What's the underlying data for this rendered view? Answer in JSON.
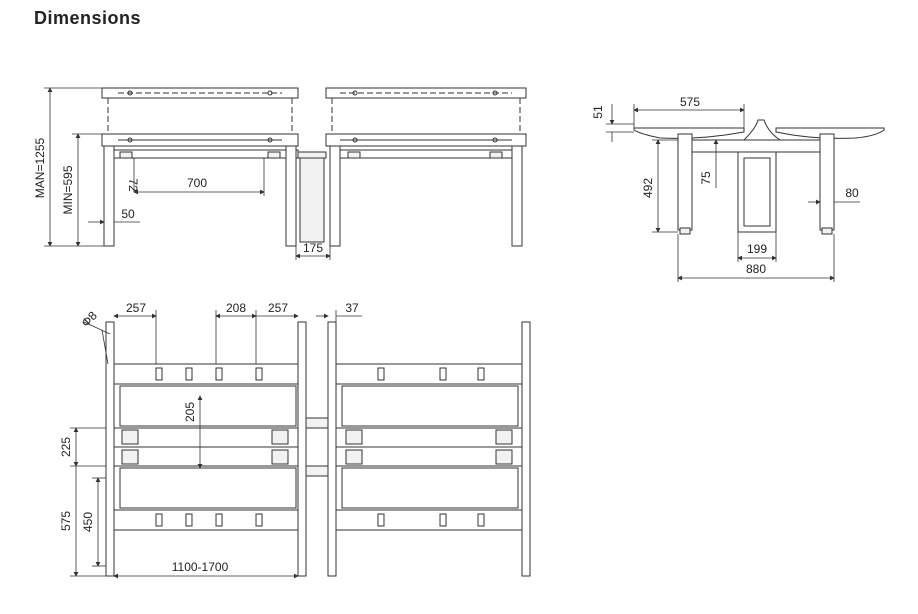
{
  "title": "Dimensions",
  "front_view": {
    "max_height": "MAN=1255",
    "min_height": "MIN=595",
    "d_72": "72",
    "d_700": "700",
    "d_50": "50",
    "d_175": "175"
  },
  "side_view": {
    "d_575": "575",
    "d_51": "51",
    "d_492": "492",
    "d_75": "75",
    "d_80": "80",
    "d_199": "199",
    "d_880": "880"
  },
  "top_view": {
    "d_257a": "257",
    "d_208": "208",
    "d_257b": "257",
    "d_37": "37",
    "d_phi8": "Φ8",
    "d_205": "205",
    "d_225": "225",
    "d_575": "575",
    "d_450": "450",
    "d_width": "1100-1700"
  }
}
